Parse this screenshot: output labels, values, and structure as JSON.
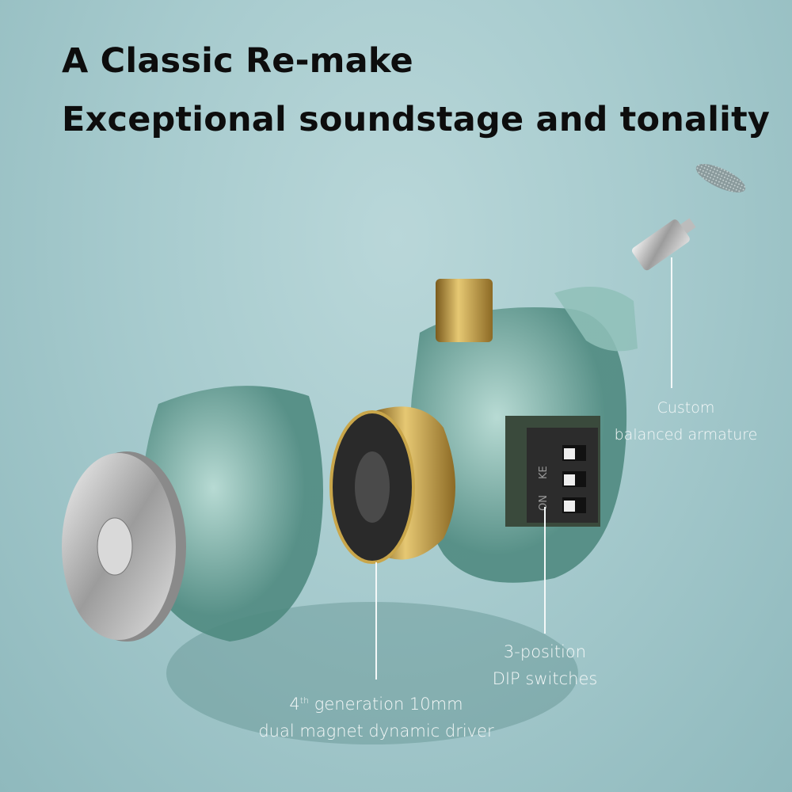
{
  "headline": {
    "line1": "A Classic Re-make",
    "line2": "Exceptional soundstage and tonality"
  },
  "callouts": {
    "armature": {
      "line1": "Custom",
      "line2": "balanced armature"
    },
    "dip": {
      "line1": "3-position",
      "line2": "DIP switches"
    },
    "driver": {
      "prefix": "4",
      "sup": "th",
      "line1_rest": " generation 10mm",
      "line2": "dual magnet dynamic driver"
    }
  },
  "dip_switch_marks": {
    "left": "ON",
    "brand": "KE"
  },
  "colors": {
    "background": "#a7cbce",
    "title": "#0d0d0d",
    "label": "#f4f8f8",
    "gold": "#c9a64a",
    "shell": "#5f9a90"
  }
}
